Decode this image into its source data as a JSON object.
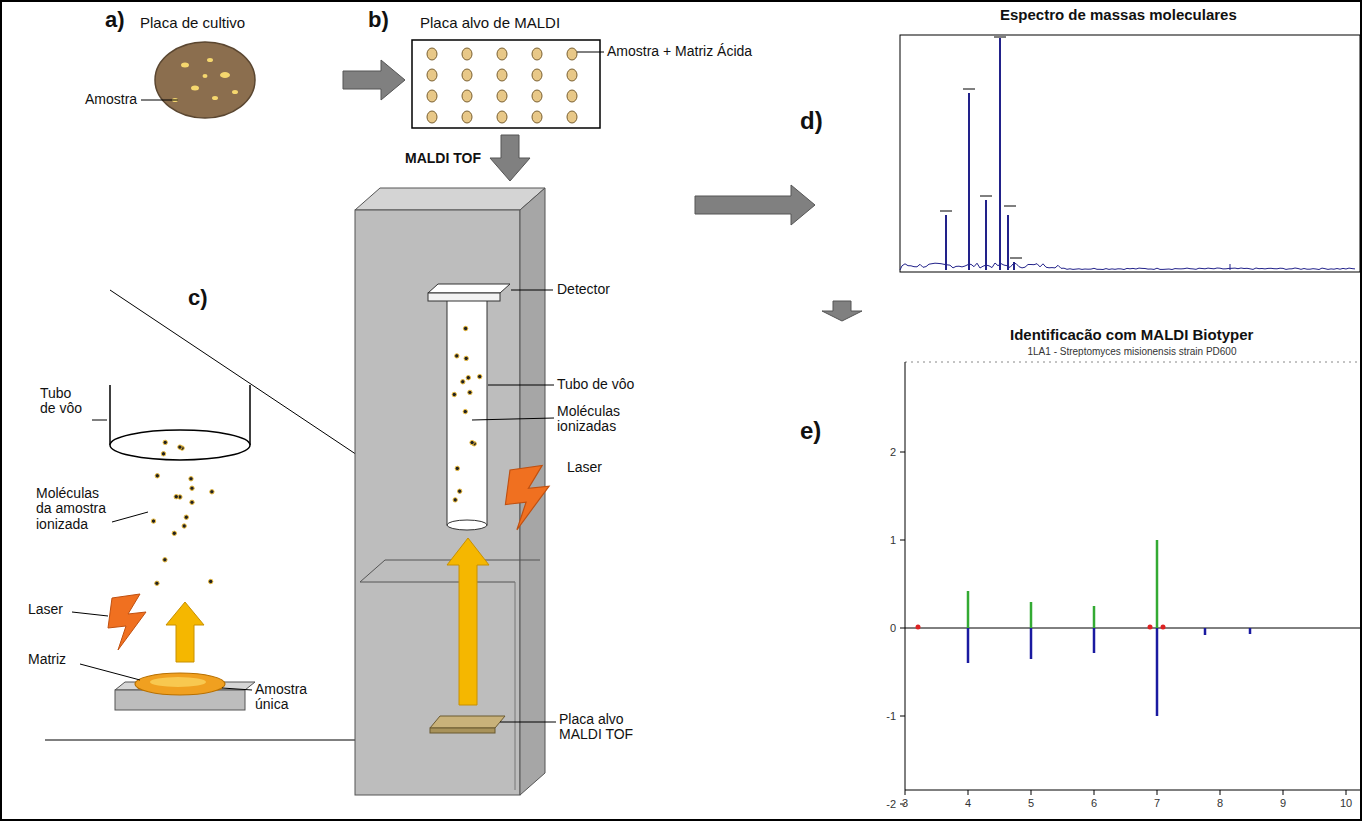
{
  "diagram": {
    "nodes": [
      {
        "text": [
          "Placa de cultivo"
        ]
      },
      {
        "text": [
          "Placa alvo de MALDI"
        ]
      },
      {
        "text": [
          "MALDI TOF"
        ]
      },
      {
        "text": [
          "Espectro de massas moleculares"
        ]
      },
      {
        "text": [
          "Identificacão com MALDI Biotyper"
        ]
      }
    ],
    "edges": [
      {
        "from": 0,
        "to": 1,
        "arrow": "to"
      },
      {
        "from": 1,
        "to": 2,
        "arrow": "to"
      },
      {
        "from": 2,
        "to": 3,
        "arrow": "to"
      },
      {
        "from": 3,
        "to": 4,
        "arrow": "to"
      }
    ],
    "labels": [
      "a)",
      "Amostra",
      "b)",
      "Amostra + Matriz Ácida",
      "c)",
      "Tubo de vôo",
      "Moléculas da amostra ionizada",
      "Laser",
      "Matriz",
      "Amostra única",
      "Detector",
      "Tubo de vôo",
      "Moléculas ionizadas",
      "Laser",
      "Placa alvo MALDI TOF",
      "d)",
      "e)",
      "1LA1 - Streptomyces misionensis strain PD600",
      "2",
      "1",
      "0",
      "-1",
      "-2",
      "3",
      "4",
      "5",
      "6",
      "7",
      "8",
      "9",
      "10"
    ]
  }
}
